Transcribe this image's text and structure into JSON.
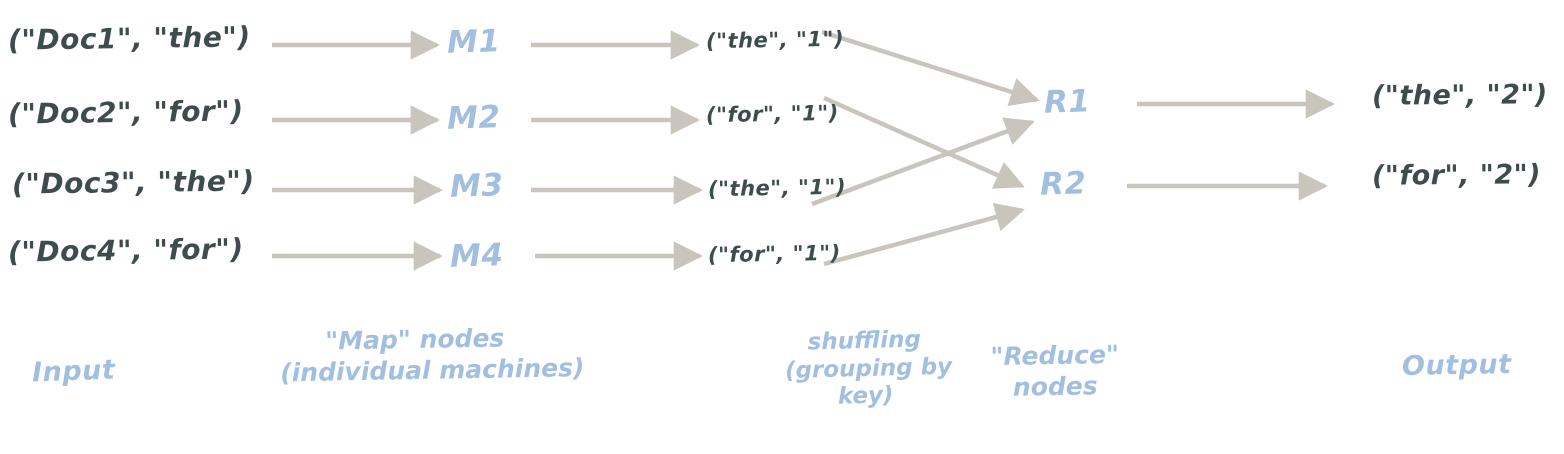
{
  "colors": {
    "ink_dark": "#3e4c4e",
    "ink_blue": "#a2bfe0",
    "arrow_gray": "#c9c5bc"
  },
  "rows": [
    {
      "input": "(\"Doc1\", \"the\")",
      "map_node": "M1",
      "intermediate": "(\"the\", \"1\")",
      "reduce_target": "R1"
    },
    {
      "input": "(\"Doc2\", \"for\")",
      "map_node": "M2",
      "intermediate": "(\"for\", \"1\")",
      "reduce_target": "R2"
    },
    {
      "input": "(\"Doc3\", \"the\")",
      "map_node": "M3",
      "intermediate": "(\"the\", \"1\")",
      "reduce_target": "R1"
    },
    {
      "input": "(\"Doc4\", \"for\")",
      "map_node": "M4",
      "intermediate": "(\"for\", \"1\")",
      "reduce_target": "R2"
    }
  ],
  "reduce_nodes": [
    {
      "label": "R1",
      "output": "(\"the\", \"2\")"
    },
    {
      "label": "R2",
      "output": "(\"for\", \"2\")"
    }
  ],
  "stage_labels": {
    "input": "Input",
    "map_line1": "\"Map\" nodes",
    "map_line2": "(individual machines)",
    "shuffle_line1": "shuffling",
    "shuffle_line2": "(grouping by",
    "shuffle_line3": "key)",
    "reduce_line1": "\"Reduce\"",
    "reduce_line2": "nodes",
    "output": "Output"
  }
}
